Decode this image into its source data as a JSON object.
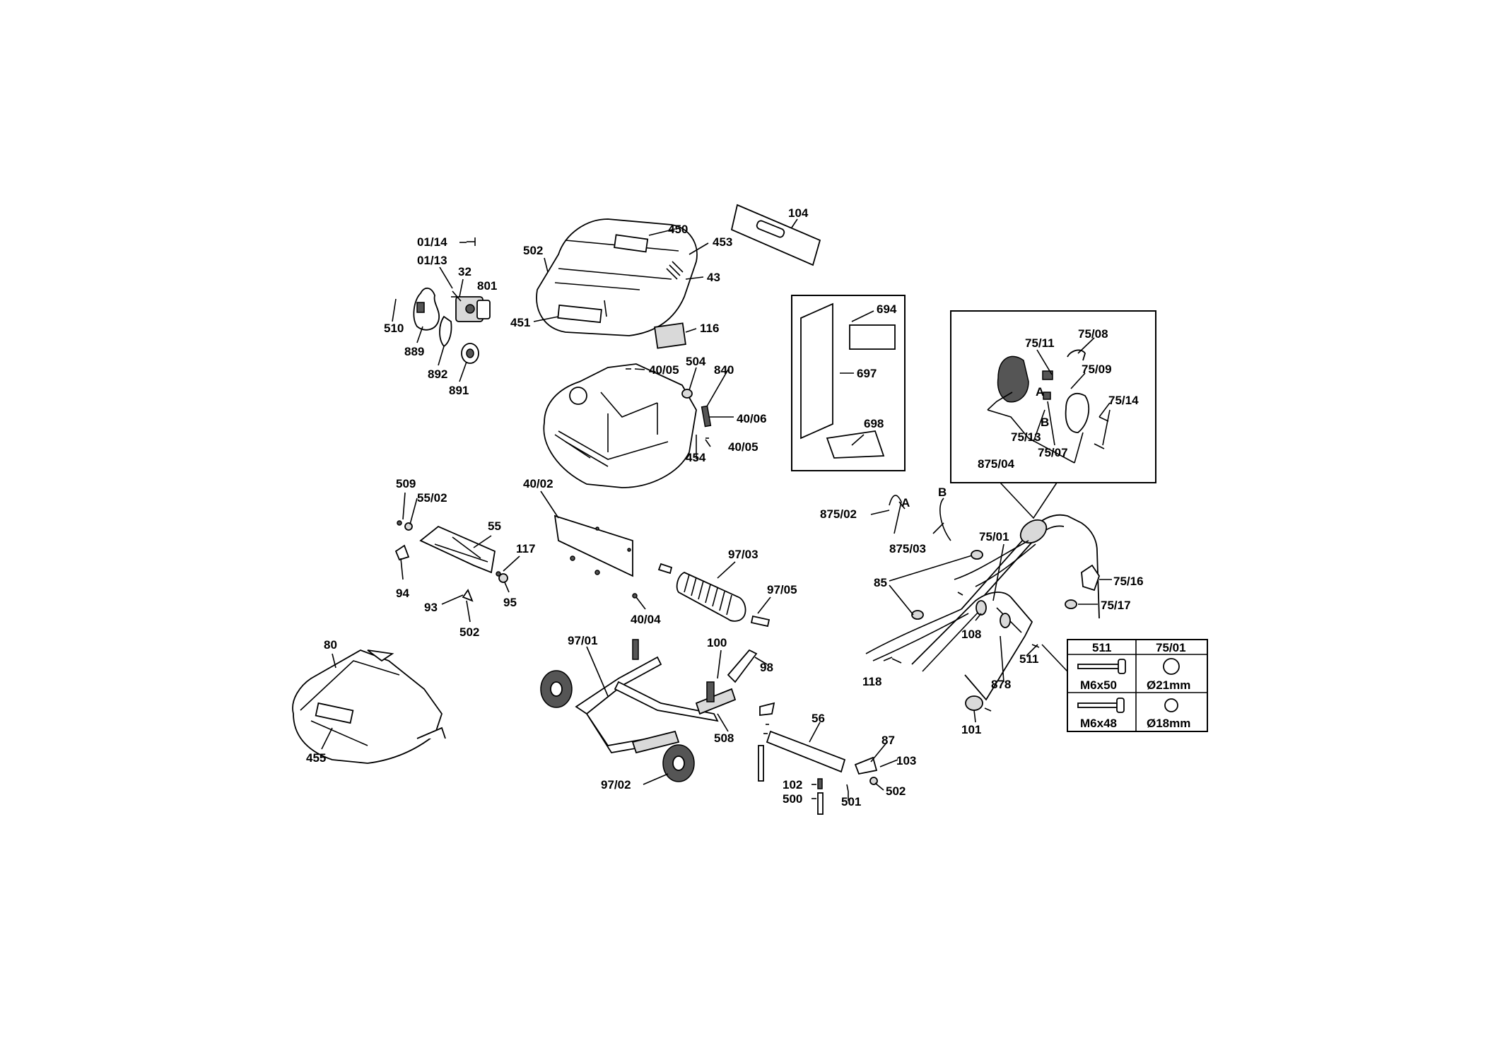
{
  "labels": {
    "l104": "104",
    "l450": "450",
    "l453": "453",
    "l43": "43",
    "l502a": "502",
    "l451": "451",
    "l116": "116",
    "l01_14": "01/14",
    "l01_13": "01/13",
    "l32": "32",
    "l801": "801",
    "l510": "510",
    "l889": "889",
    "l892": "892",
    "l891": "891",
    "l694": "694",
    "l697": "697",
    "l698": "698",
    "l40_05a": "40/05",
    "l504": "504",
    "l840": "840",
    "l40_06": "40/06",
    "l40_05b": "40/05",
    "l454": "454",
    "l75_11": "75/11",
    "l75_08": "75/08",
    "l75_09": "75/09",
    "l75_14": "75/14",
    "lA1": "A",
    "lB1": "B",
    "l75_13": "75/13",
    "l75_07": "75/07",
    "l875_04": "875/04",
    "l509": "509",
    "l55_02": "55/02",
    "l55": "55",
    "l117": "117",
    "l94": "94",
    "l93": "93",
    "l95": "95",
    "l502b": "502",
    "l40_02": "40/02",
    "l97_03": "97/03",
    "l97_05": "97/05",
    "l40_04": "40/04",
    "l875_02": "875/02",
    "lA2": "A",
    "lB2": "B",
    "l875_03": "875/03",
    "l75_01": "75/01",
    "l85": "85",
    "l108": "108",
    "l75_16": "75/16",
    "l75_17": "75/17",
    "l118": "118",
    "l878": "878",
    "l511": "511",
    "l101": "101",
    "l80": "80",
    "l455": "455",
    "l97_01": "97/01",
    "l100": "100",
    "l98": "98",
    "l508": "508",
    "l97_02": "97/02",
    "l56": "56",
    "l87": "87",
    "l103": "103",
    "l102": "102",
    "l500": "500",
    "l501": "501",
    "l502c": "502"
  },
  "table": {
    "col1_header": "511",
    "col2_header": "75/01",
    "row1_screw": "M6x50",
    "row1_diameter": "Ø21mm",
    "row2_screw": "M6x48",
    "row2_diameter": "Ø18mm"
  }
}
